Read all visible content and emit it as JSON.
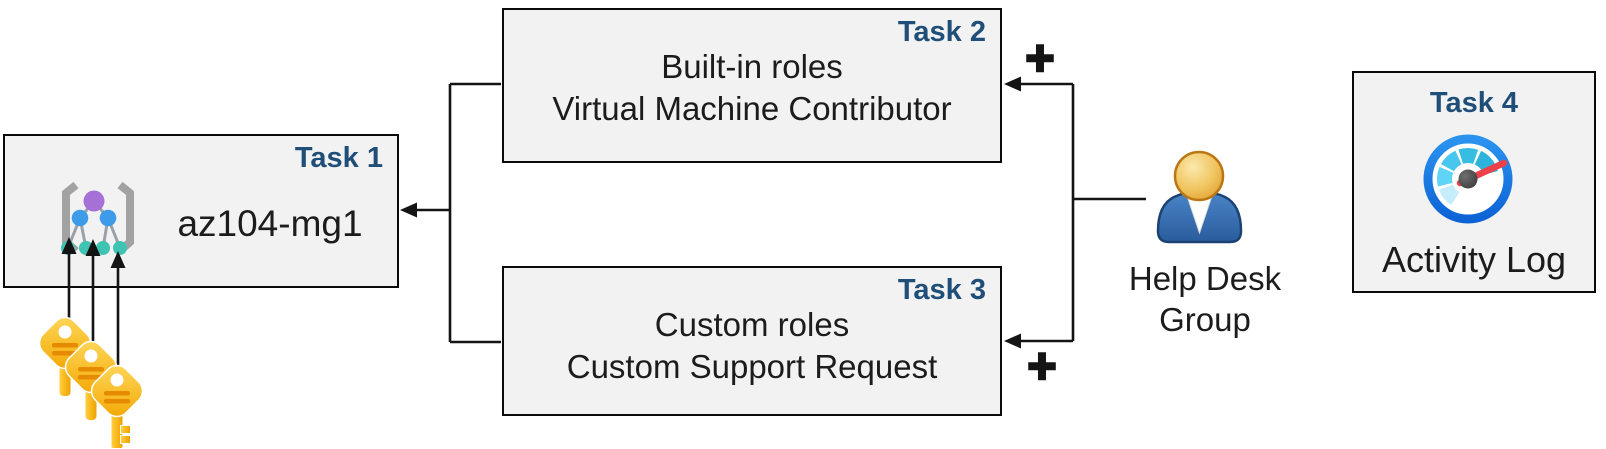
{
  "tasks": {
    "task1": {
      "label": "Task 1",
      "title": "az104-mg1"
    },
    "task2": {
      "label": "Task 2",
      "line1": "Built-in roles",
      "line2": "Virtual Machine Contributor"
    },
    "task3": {
      "label": "Task 3",
      "line1": "Custom roles",
      "line2": "Custom Support Request"
    },
    "task4": {
      "label": "Task 4",
      "caption": "Activity Log"
    }
  },
  "actor": {
    "line1": "Help Desk",
    "line2": "Group"
  },
  "symbols": {
    "plus_top": "+",
    "plus_bottom": "+"
  },
  "icons": {
    "management_group": "management-group-icon",
    "keys": "keys-icon",
    "user": "user-icon",
    "activity_log": "activity-log-gauge-icon",
    "plus": "plus-icon"
  },
  "colors": {
    "task_label_blue": "#1f4e79",
    "box_fill": "#f2f2f2",
    "box_border": "#000000",
    "connector_black": "#141414",
    "key_gold": "#f5aa00",
    "key_stripe_orange": "#e68a00",
    "person_body_blue": "#366fb4",
    "person_head_orange": "#e8a93c",
    "gauge_ring_blue": "#1b7ce2",
    "gauge_needle_red": "#ee4048",
    "gauge_segment_teal": "#2eb4dc",
    "mg_node_purple": "#a671d6",
    "mg_node_blue": "#3d9bea",
    "mg_node_teal": "#3fc3b2",
    "mg_bracket_gray": "#a2a2a2"
  }
}
